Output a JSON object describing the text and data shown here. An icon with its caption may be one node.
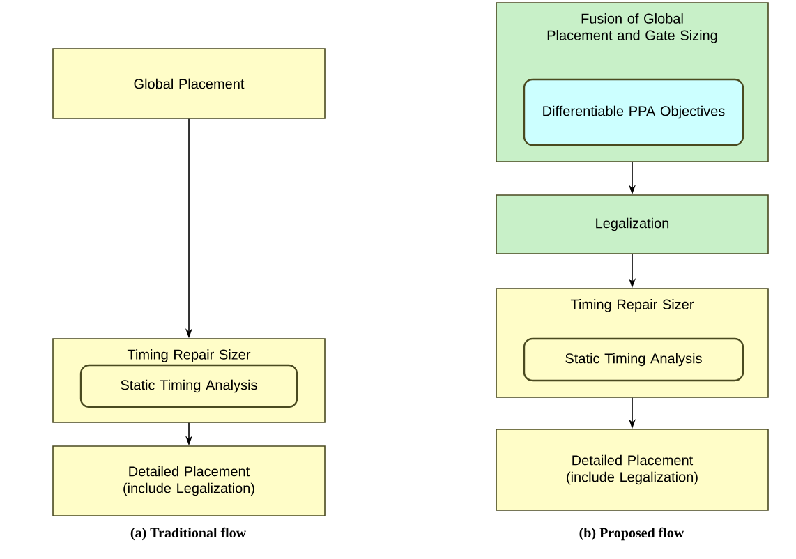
{
  "diagram": {
    "nodes": [
      {
        "text": [
          "Global Placement"
        ]
      },
      {
        "text": [
          "Timing Repair Sizer"
        ]
      },
      {
        "text": [
          "Static Timing Analysis"
        ],
        "in": 1
      },
      {
        "text": [
          "Detailed Placement (include Legalization)"
        ]
      },
      {
        "text": [
          "Fusion of Global Placement and Gate Sizing"
        ]
      },
      {
        "text": [
          "Differentiable PPA Objectives"
        ],
        "in": 4
      },
      {
        "text": [
          "Legalization"
        ]
      },
      {
        "text": [
          "Timing Repair Sizer"
        ]
      },
      {
        "text": [
          "Static Timing Analysis"
        ],
        "in": 7
      },
      {
        "text": [
          "Detailed Placement (include Legalization)"
        ]
      }
    ],
    "edges": [
      {
        "from": 0,
        "to": 1,
        "arrow": "to"
      },
      {
        "from": 1,
        "to": 3,
        "arrow": "to"
      },
      {
        "from": 4,
        "to": 6,
        "arrow": "to"
      },
      {
        "from": 6,
        "to": 7,
        "arrow": "to"
      },
      {
        "from": 7,
        "to": 9,
        "arrow": "to"
      }
    ],
    "labels": [
      "(a) Traditional flow",
      "(b) Proposed flow"
    ]
  }
}
